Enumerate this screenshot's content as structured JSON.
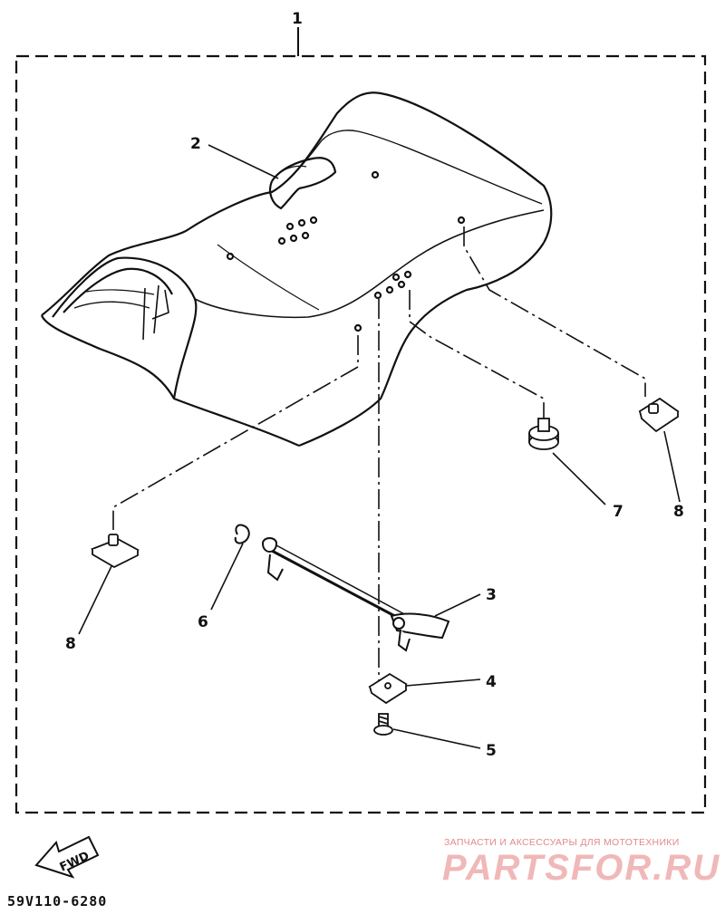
{
  "diagram": {
    "assembly_number": "1",
    "callouts": [
      "2",
      "3",
      "4",
      "5",
      "6",
      "7",
      "8",
      "8"
    ],
    "fwd_label": "FWD",
    "part_code": "59V110-6280"
  },
  "watermark": {
    "subtitle": "ЗАПЧАСТИ И АКСЕССУАРЫ ДЛЯ МОТОТЕХНИКИ",
    "brand": "PARTSFOR.RU",
    "color": "#f0b8b8"
  }
}
